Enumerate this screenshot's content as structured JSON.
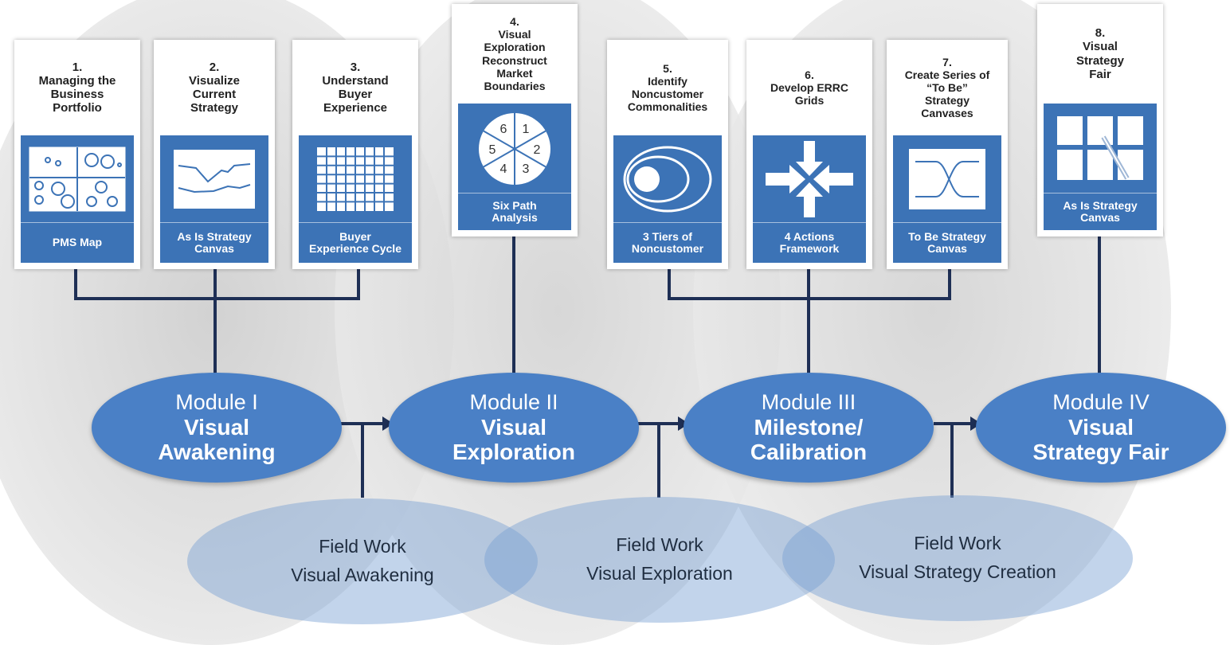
{
  "colors": {
    "card_blue": "#3c73b6",
    "module_blue": "#4a80c6",
    "connector": "#1e2f55",
    "fieldwork": "#a3bddf",
    "background_circle": "#dcdcdc"
  },
  "steps": [
    {
      "num": "1.",
      "title": [
        "Managing the",
        "Business",
        "Portfolio"
      ],
      "caption": [
        "PMS Map"
      ],
      "icon": "pms-map-icon"
    },
    {
      "num": "2.",
      "title": [
        "Visualize",
        "Current",
        "Strategy"
      ],
      "caption": [
        "As Is Strategy",
        "Canvas"
      ],
      "icon": "strategy-canvas-icon"
    },
    {
      "num": "3.",
      "title": [
        "Understand",
        "Buyer",
        "Experience"
      ],
      "caption": [
        "Buyer",
        "Experience Cycle"
      ],
      "icon": "grid-icon"
    },
    {
      "num": "4.",
      "title": [
        "Visual",
        "Exploration",
        "Reconstruct",
        "Market",
        "Boundaries"
      ],
      "caption": [
        "Six Path",
        "Analysis"
      ],
      "icon": "six-path-icon",
      "pie_labels": [
        "1",
        "2",
        "3",
        "4",
        "5",
        "6"
      ]
    },
    {
      "num": "5.",
      "title": [
        "Identify",
        "Noncustomer",
        "Commonalities"
      ],
      "caption": [
        "3 Tiers of",
        "Noncustomer"
      ],
      "icon": "tiers-icon"
    },
    {
      "num": "6.",
      "title": [
        "Develop ERRC",
        "Grids"
      ],
      "caption": [
        "4 Actions",
        "Framework"
      ],
      "icon": "four-arrows-icon"
    },
    {
      "num": "7.",
      "title": [
        "Create Series of",
        "“To Be”",
        "Strategy",
        "Canvases"
      ],
      "caption": [
        "To Be Strategy",
        "Canvas"
      ],
      "icon": "to-be-canvas-icon"
    },
    {
      "num": "8.",
      "title": [
        "Visual",
        "Strategy",
        "Fair"
      ],
      "caption": [
        "As Is Strategy",
        "Canvas"
      ],
      "icon": "pencil-grid-icon"
    }
  ],
  "modules": [
    {
      "title": "Module I",
      "subtitle": [
        "Visual",
        "Awakening"
      ]
    },
    {
      "title": "Module II",
      "subtitle": [
        "Visual",
        "Exploration"
      ]
    },
    {
      "title": "Module III",
      "subtitle": [
        "Milestone/",
        "Calibration"
      ]
    },
    {
      "title": "Module IV",
      "subtitle": [
        "Visual",
        "Strategy Fair"
      ]
    }
  ],
  "fieldwork": [
    {
      "lines": [
        "Field Work",
        "Visual Awakening"
      ]
    },
    {
      "lines": [
        "Field Work",
        "Visual Exploration"
      ]
    },
    {
      "lines": [
        "Field Work",
        "Visual Strategy Creation"
      ]
    }
  ]
}
